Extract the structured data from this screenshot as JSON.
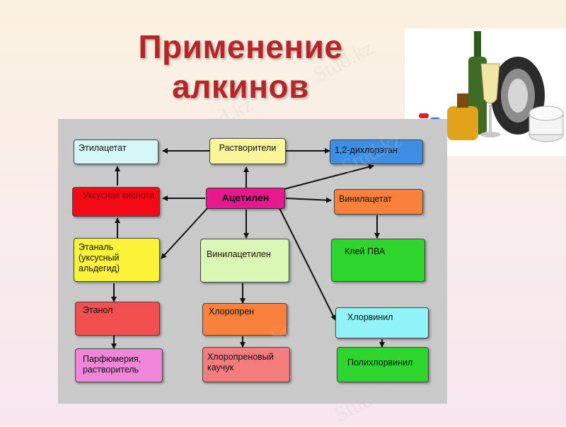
{
  "title_line1": "Применение",
  "title_line2": "алкинов",
  "watermark": "Stud.kz",
  "nodes": {
    "ethyl_acetate": "Этилацетат",
    "solvents": "Растворители",
    "dichloroethane": "1,2-дихлорэтан",
    "acetic_acid": "Уксусная кислота",
    "acetylene": "Ацетилен",
    "vinyl_acetate": "Винилацетат",
    "ethanal": "Этаналь (уксусный альдегид)",
    "vinylacetylene": "Винилацетилен",
    "pva_glue": "Клей ПВА",
    "ethanol": "Этанол",
    "chloroprene": "Хлоропрен",
    "vinyl_chloride": "Хлорвинил",
    "perfumery": "Парфюмерия, растворитель",
    "chloroprene_rubber": "Хлоропреновый каучук",
    "polyvinyl_chloride": "Полихлорвинил"
  },
  "colors": {
    "title": "#b5262a",
    "panel": "#c9c9c9",
    "light_cyan": "#d6f7f7",
    "yellow": "#fbf59a",
    "blue": "#3d8fe6",
    "red": "#f20a16",
    "magenta": "#e8198c",
    "orange": "#f9813c",
    "bright_yellow": "#fbf23a",
    "light_green": "#d9f7b2",
    "green": "#2ed52c",
    "coral": "#f25050",
    "cyan": "#8ff3f7",
    "pink": "#ef86d8",
    "salmon": "#f57c7c"
  },
  "photo_items": [
    "bottle-icon",
    "tire-icon",
    "glass-icon",
    "perfume-icon",
    "jar-icon"
  ]
}
